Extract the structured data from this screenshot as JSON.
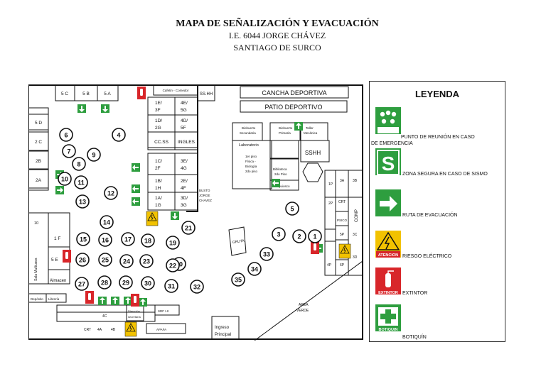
{
  "header": {
    "title": "MAPA DE SEÑALIZACIÓN Y EVACUACIÓN",
    "school": "I.E.  6044 JORGE CHÁVEZ",
    "district": "SANTIAGO DE SURCO"
  },
  "rooms": {
    "r5c": "5 C",
    "r5b": "5 B",
    "r5a": "5 A",
    "cafetin": "Cafetin - Comedor",
    "sshh1": "SS.HH",
    "r5d": "5 D",
    "r2c": "2 C",
    "r2b": "2B",
    "r2a": "2A",
    "r1e3f": [
      "1E/",
      "3F"
    ],
    "r4e5g": [
      "4E/",
      "5G"
    ],
    "r1d2g": [
      "1D/",
      "2G"
    ],
    "r4d5f": [
      "4D/",
      "5F"
    ],
    "ccss": "CC.SS",
    "ingles": "INGLES",
    "r1c2f": [
      "1C/",
      "2F"
    ],
    "r3e4g": [
      "3E/",
      "4G"
    ],
    "r1b1h": [
      "1B/",
      "1H"
    ],
    "r2e4f": [
      "2E/",
      "4F"
    ],
    "r1a1g": [
      "1A/",
      "1G"
    ],
    "r3d3g": [
      "3D/",
      "3G"
    ],
    "busto": [
      "BUSTO",
      "JORGE",
      "CHAVEZ"
    ],
    "r10": "10",
    "r1f": "1 F",
    "r5e": "5 E",
    "sala": "Sala Multiusos",
    "almacen": "Almacen",
    "deposito": "Depósito",
    "libreria": "Librería",
    "r4c": "4C",
    "r4a": "4A",
    "r4b": "4B",
    "crt1": "CRT",
    "direccion": [
      "Dirección",
      "secretaría"
    ],
    "sdf": "SDF I-II",
    "apafa": "APAFA",
    "ingreso": [
      "Ingreso",
      "Principal"
    ],
    "cancha": "CANCHA DEPORTIVA",
    "patio": "PATIO DEPORTIVO",
    "biohuerto_sec": [
      "Biohuerto",
      "Secundaria"
    ],
    "biohuerto_pri": [
      "Biohuerto",
      "Primaria"
    ],
    "taller": [
      "Taller",
      "Mecánica"
    ],
    "laboratorio": "Laboratorio",
    "fisica": [
      "1er piso",
      "Física -",
      "Biología",
      "2do piso"
    ],
    "biblioteca": [
      "Biblioteca",
      "2do Piso"
    ],
    "quiosco": "Quiosco",
    "sshh2": "SSHH",
    "gruta": "GRUTA",
    "r1p": "1P",
    "r3a": "3A",
    "r3b": "3B",
    "r2p": "2P",
    "crt2": "CRT",
    "comp": "COMP",
    "psico": "PSICO",
    "r5p": "5P",
    "r3c": "3C",
    "r4p": "4P",
    "r6p": "6P",
    "r3d": "3D",
    "area_verde": [
      "AREA",
      "VERDE"
    ]
  },
  "points": [
    "1",
    "2",
    "3",
    "4",
    "5",
    "6",
    "7",
    "8",
    "9",
    "10",
    "11",
    "12",
    "13",
    "14",
    "15",
    "16",
    "17",
    "18",
    "19",
    "20",
    "21",
    "22",
    "23",
    "24",
    "25",
    "26",
    "27",
    "28",
    "29",
    "30",
    "31",
    "32",
    "33",
    "34",
    "35"
  ],
  "sign_text": {
    "extintor": "EXTINTOR",
    "atencion": "ATENCION",
    "botiquin": "BOTIQUIN"
  },
  "legend": {
    "title": "LEYENDA",
    "items": [
      {
        "label": "PUNTO DE REUNIÓN EN CASO DE EMERGENCIA",
        "icon": "meeting-point-icon",
        "color": "#2e9e3f"
      },
      {
        "label": "ZONA SEGURA EN CASO DE SISMO",
        "icon": "safe-zone-icon",
        "color": "#2e9e3f"
      },
      {
        "label": "RUTA DE EVACUACIÓN",
        "icon": "evacuation-arrow-icon",
        "color": "#2e9e3f"
      },
      {
        "label": "RIESGO ELÉCTRICO",
        "icon": "electric-risk-icon",
        "color": "#f2c200"
      },
      {
        "label": "EXTINTOR",
        "icon": "extinguisher-icon",
        "color": "#d8262a"
      },
      {
        "label": "BOTIQUÍN",
        "icon": "first-aid-icon",
        "color": "#2e9e3f"
      }
    ]
  },
  "colors": {
    "green": "#2e9e3f",
    "red": "#d8262a",
    "yellow": "#f2c200"
  }
}
